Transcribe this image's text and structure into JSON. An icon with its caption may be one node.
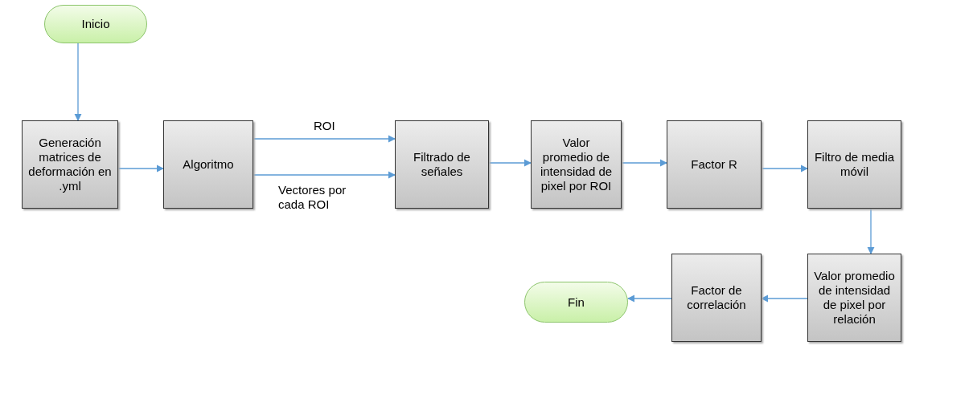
{
  "diagram": {
    "nodes": [
      {
        "text": [
          "Inicio"
        ]
      },
      {
        "text": [
          "Generación matrices de deformación en .yml"
        ]
      },
      {
        "text": [
          "Algoritmo"
        ]
      },
      {
        "text": [
          "Filtrado de señales"
        ]
      },
      {
        "text": [
          "Valor promedio de intensidad de pixel por ROI"
        ]
      },
      {
        "text": [
          "Factor R"
        ]
      },
      {
        "text": [
          "Filtro de media móvil"
        ]
      },
      {
        "text": [
          "Valor promedio de intensidad de pixel por relación"
        ]
      },
      {
        "text": [
          "Factor de correlación"
        ]
      },
      {
        "text": [
          "Fin"
        ]
      }
    ],
    "edges": [
      {
        "from": 0,
        "to": 1,
        "arrow": "to"
      },
      {
        "from": 1,
        "to": 2,
        "arrow": "to"
      },
      {
        "from": 2,
        "to": 3,
        "arrow": "to",
        "label": "ROI"
      },
      {
        "from": 2,
        "to": 3,
        "arrow": "to",
        "label": "Vectores por cada ROI"
      },
      {
        "from": 3,
        "to": 4,
        "arrow": "to"
      },
      {
        "from": 4,
        "to": 5,
        "arrow": "to"
      },
      {
        "from": 5,
        "to": 6,
        "arrow": "to"
      },
      {
        "from": 6,
        "to": 7,
        "arrow": "to"
      },
      {
        "from": 7,
        "to": 8,
        "arrow": "to"
      },
      {
        "from": 8,
        "to": 9,
        "arrow": "to"
      }
    ]
  }
}
